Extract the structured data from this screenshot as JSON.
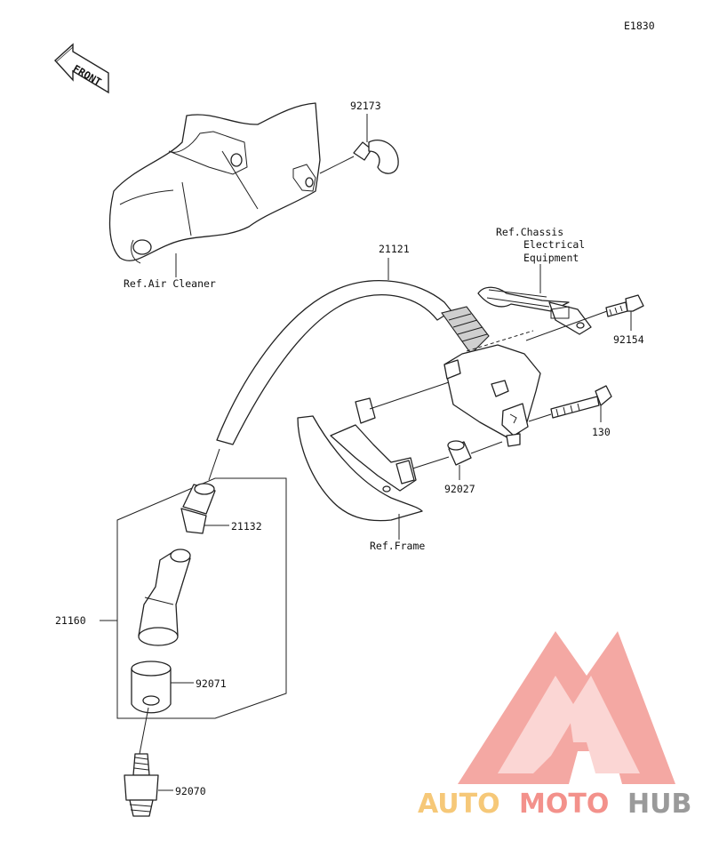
{
  "diagram": {
    "code": "E1830",
    "front_arrow": "FRONT",
    "parts": {
      "p92173": "92173",
      "p21121": "21121",
      "p92154": "92154",
      "p130": "130",
      "p92027": "92027",
      "p21132": "21132",
      "p21160": "21160",
      "p92071": "92071",
      "p92070": "92070"
    },
    "refs": {
      "air_cleaner": "Ref.Air Cleaner",
      "chassis_1": "Ref.Chassis",
      "chassis_2": "Electrical",
      "chassis_3": "Equipment",
      "frame": "Ref.Frame"
    }
  },
  "watermark": {
    "auto": "AUTO",
    "moto": "MOTO",
    "hub": "HUB",
    "colors": {
      "auto": "#f6c878",
      "moto": "#f3918b",
      "hub": "#9a9a9a",
      "logo": "#f39a94"
    }
  }
}
